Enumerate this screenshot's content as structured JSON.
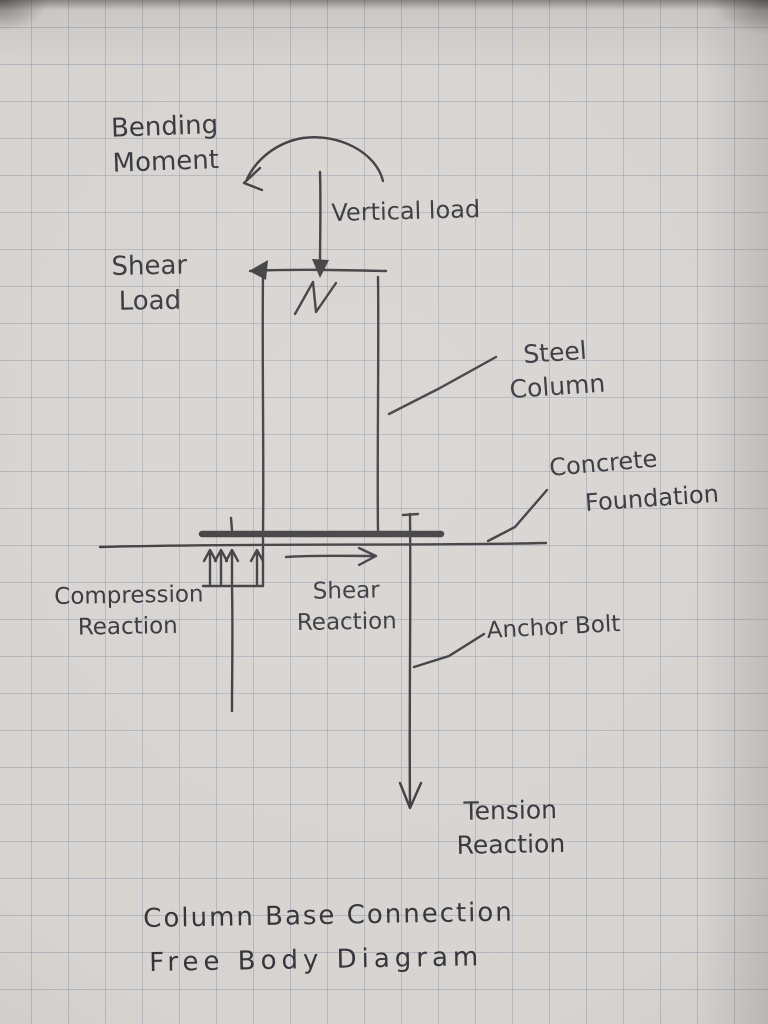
{
  "colors": {
    "ink": "#3b393c",
    "paper": "#d7d3d0",
    "grid_line": "#91a6ba"
  },
  "labels": {
    "bending_moment": "Bending\nMoment",
    "vertical_load": "Vertical load",
    "shear_load": "Shear\nLoad",
    "steel_column": "Steel\nColumn",
    "concrete_line1": "Concrete",
    "concrete_line2": "Foundation",
    "compression_reaction": "Compression\nReaction",
    "shear_reaction": "Shear\nReaction",
    "anchor_bolt": "Anchor Bolt",
    "tension_reaction": "Tension\nReaction"
  },
  "title": {
    "line1": "Column Base Connection",
    "line2": "Free Body Diagram"
  }
}
